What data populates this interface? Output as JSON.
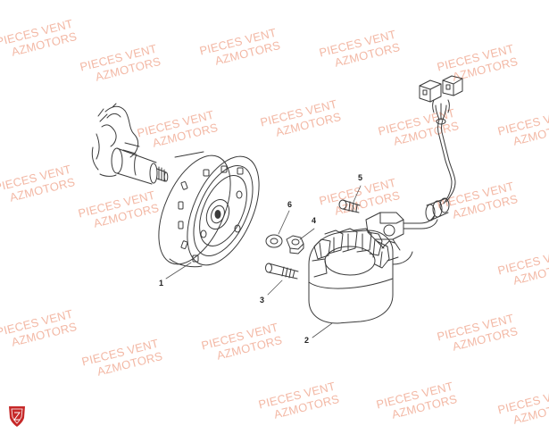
{
  "watermark": {
    "line1": "PIECES VENT",
    "line2": "AZMOTORS"
  },
  "callouts": [
    "1",
    "2",
    "3",
    "4",
    "5",
    "6"
  ],
  "brand_logo": {
    "icon": "shield-logo-icon",
    "color": "#c62828"
  },
  "colors": {
    "watermark": "#f3b9a6",
    "line": "#3a3a3a"
  }
}
